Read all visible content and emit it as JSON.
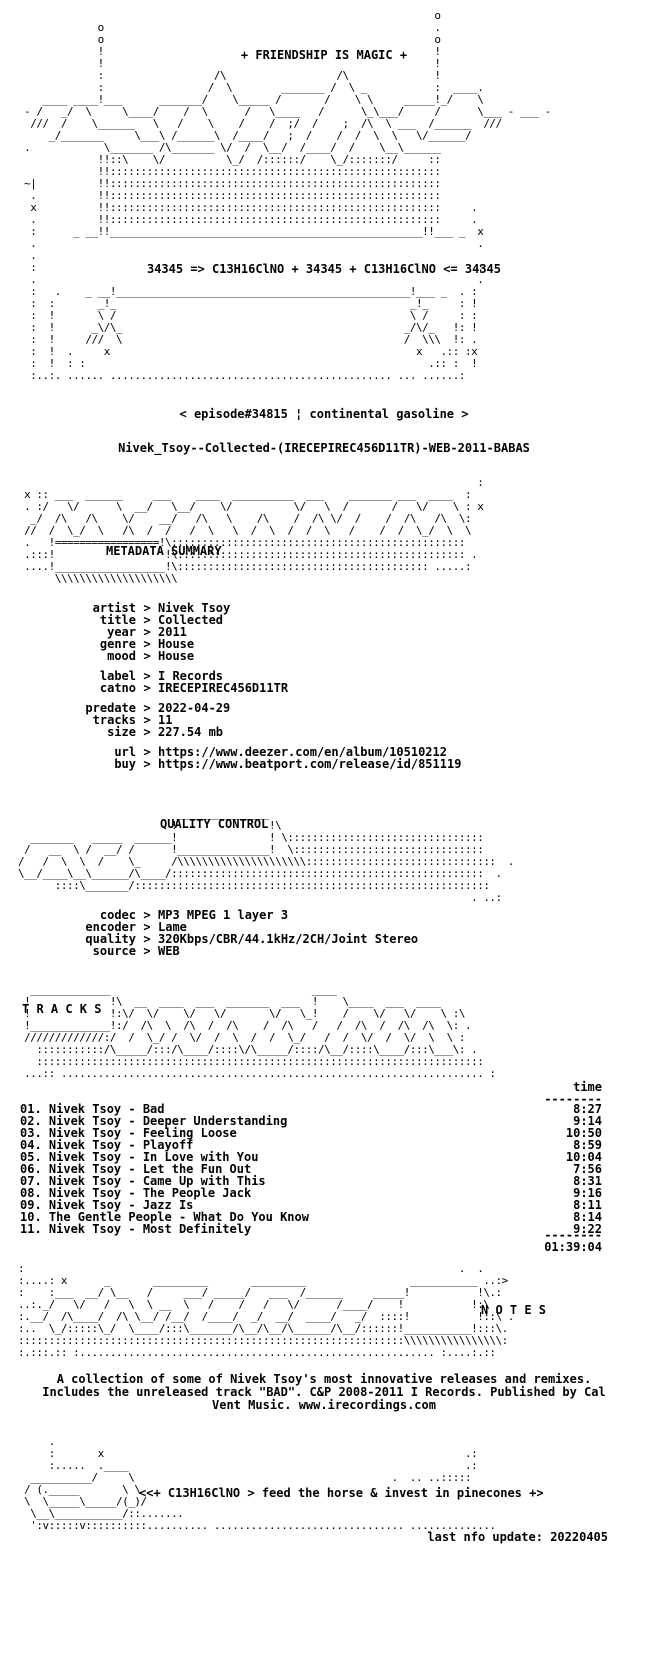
{
  "header": {
    "tagline": "+ FRIENDSHIP IS MAGIC +",
    "formula": "34345 => C13H16ClNO + 34345 + C13H16ClNO <= 34345"
  },
  "episode": "< episode#34815 ¦ continental gasoline >",
  "release_name": "Nivek_Tsoy--Collected-(IRECEPIREC456D11TR)-WEB-2011-BABAS",
  "sections": {
    "metadata": "METADATA SUMMARY",
    "quality": "QUALITY CONTROL",
    "tracks": "T R A C K S",
    "notes": "N O T E S"
  },
  "metadata": [
    {
      "key": "artist",
      "value": "Nivek Tsoy"
    },
    {
      "key": "title",
      "value": "Collected"
    },
    {
      "key": "year",
      "value": "2011"
    },
    {
      "key": "genre",
      "value": "House"
    },
    {
      "key": "mood",
      "value": "House"
    },
    {
      "key": "",
      "value": ""
    },
    {
      "key": "label",
      "value": "I Records"
    },
    {
      "key": "catno",
      "value": "IRECEPIREC456D11TR"
    },
    {
      "key": "",
      "value": ""
    },
    {
      "key": "predate",
      "value": "2022-04-29"
    },
    {
      "key": "tracks",
      "value": "11"
    },
    {
      "key": "size",
      "value": "227.54 mb"
    },
    {
      "key": "",
      "value": ""
    },
    {
      "key": "url",
      "value": "https://www.deezer.com/en/album/10510212"
    },
    {
      "key": "buy",
      "value": "https://www.beatport.com/release/id/851119"
    }
  ],
  "quality": [
    {
      "key": "codec",
      "value": "MP3 MPEG 1 layer 3"
    },
    {
      "key": "encoder",
      "value": "Lame"
    },
    {
      "key": "quality",
      "value": "320Kbps/CBR/44.1kHz/2CH/Joint Stereo"
    },
    {
      "key": "source",
      "value": "WEB"
    }
  ],
  "tracklist": {
    "time_header": "time",
    "time_rule": "--------",
    "total_rule": "--------",
    "total": "01:39:04",
    "items": [
      {
        "title": "01. Nivek Tsoy - Bad",
        "time": "8:27"
      },
      {
        "title": "02. Nivek Tsoy - Deeper Understanding",
        "time": "9:14"
      },
      {
        "title": "03. Nivek Tsoy - Feeling Loose",
        "time": "10:50"
      },
      {
        "title": "04. Nivek Tsoy - Playoff",
        "time": "8:59"
      },
      {
        "title": "05. Nivek Tsoy - In Love with You",
        "time": "10:04"
      },
      {
        "title": "06. Nivek Tsoy - Let the Fun Out",
        "time": "7:56"
      },
      {
        "title": "07. Nivek Tsoy - Came Up with This",
        "time": "8:31"
      },
      {
        "title": "08. Nivek Tsoy - The People Jack",
        "time": "9:16"
      },
      {
        "title": "09. Nivek Tsoy - Jazz Is",
        "time": "8:11"
      },
      {
        "title": "10. The Gentle People - What Do You Know",
        "time": "8:14"
      },
      {
        "title": "11. Nivek Tsoy - Most Definitely",
        "time": "9:22"
      }
    ]
  },
  "notes_text": "A collection of some of Nivek Tsoy's most innovative releases and remixes. Includes the unreleased track \"BAD\".   C&P 2008-2011 I Records. Published by Cal Vent Music. www.irecordings.com",
  "footer": {
    "slogan": "<<+ C13H16ClNO > feed the horse & invest in pinecones +>",
    "last_update": "last nfo update: 20220405"
  }
}
